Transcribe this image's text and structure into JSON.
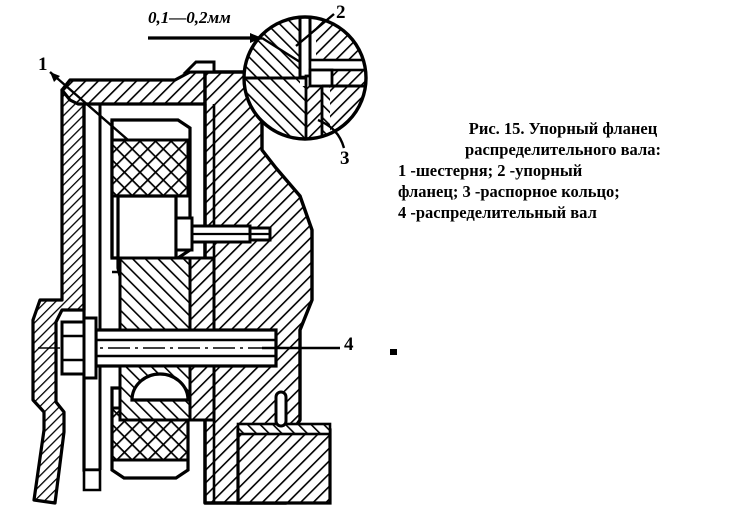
{
  "figure": {
    "dimension_note": "0,1—0,2мм",
    "callouts": [
      {
        "id": "1",
        "text": "1"
      },
      {
        "id": "2",
        "text": "2"
      },
      {
        "id": "3",
        "text": "3"
      },
      {
        "id": "4",
        "text": "4"
      }
    ]
  },
  "caption": {
    "line1": "Рис. 15. Упорный фланец",
    "line2": "распределительного вала:",
    "line3": "1  -шестерня;  2  -упорный",
    "line4": "фланец; 3 -распорное кольцо;",
    "line5": "4 -распределительный вал"
  },
  "colors": {
    "ink": "#000000",
    "paper": "#ffffff"
  }
}
